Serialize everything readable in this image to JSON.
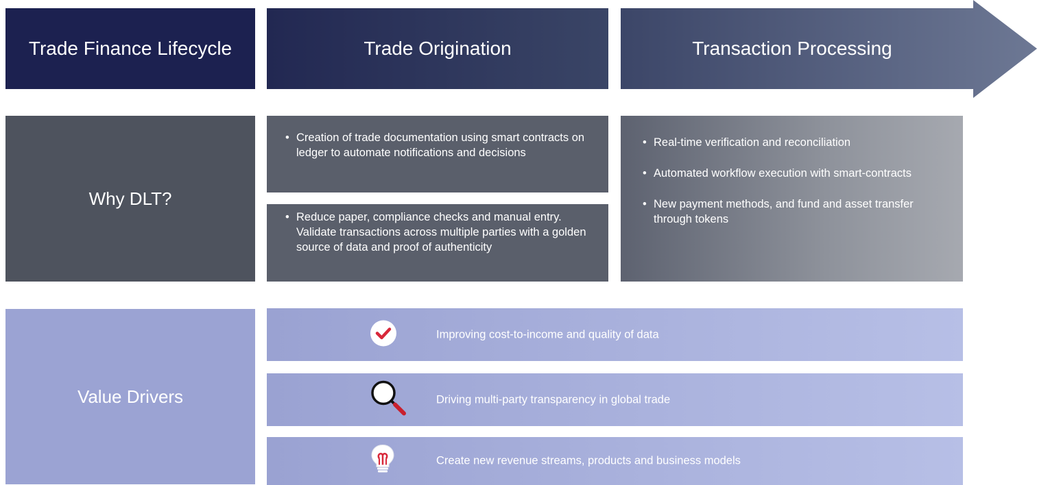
{
  "headers": {
    "lifecycle": "Trade Finance Lifecycle",
    "origination": "Trade Origination",
    "processing": "Transaction Processing"
  },
  "why_dlt": {
    "label": "Why DLT?",
    "origination": [
      "Creation of trade documentation using smart contracts on ledger to automate notifications and decisions",
      "Reduce paper, compliance checks and manual entry. Validate transactions across multiple parties with a golden source of data and proof of authenticity"
    ],
    "processing": [
      "Real-time verification and reconciliation",
      "Automated workflow execution with smart-contracts",
      "New payment methods, and fund and asset transfer through tokens"
    ]
  },
  "value_drivers": {
    "label": "Value Drivers",
    "items": [
      {
        "icon": "checkmark-icon",
        "text": "Improving cost-to-income and quality of data"
      },
      {
        "icon": "magnifier-icon",
        "text": "Driving multi-party transparency in global trade"
      },
      {
        "icon": "lightbulb-icon",
        "text": "Create new revenue streams, products and business models"
      }
    ]
  },
  "colors": {
    "navy": "#1c2150",
    "slate": "#4e535e",
    "lavender": "#9ba3d3",
    "accent_red": "#d8283a"
  }
}
